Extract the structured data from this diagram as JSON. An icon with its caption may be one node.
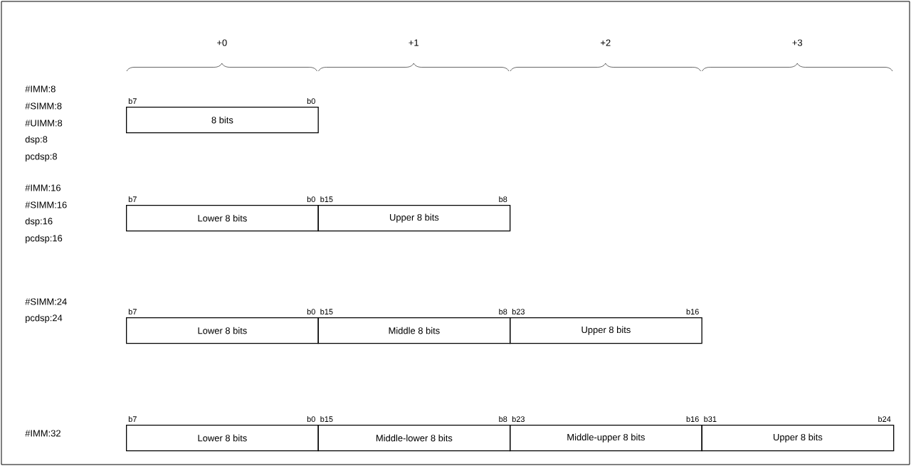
{
  "diagram": {
    "nodes": [
      {
        "text": [
          "8 bits"
        ]
      },
      {
        "text": [
          "Lower 8 bits"
        ]
      },
      {
        "text": [
          "Upper 8 bits"
        ]
      },
      {
        "text": [
          "Lower 8 bits"
        ]
      },
      {
        "text": [
          "Middle 8 bits"
        ]
      },
      {
        "text": [
          "Upper 8 bits"
        ]
      },
      {
        "text": [
          "Lower 8 bits"
        ]
      },
      {
        "text": [
          "Middle-lower 8 bits"
        ]
      },
      {
        "text": [
          "Middle-upper 8 bits"
        ]
      },
      {
        "text": [
          "Upper 8 bits"
        ]
      }
    ],
    "labels": [
      "+0",
      "+1",
      "+2",
      "+3",
      "#IMM:8",
      "#SIMM:8",
      "#UIMM:8",
      "dsp:8",
      "pcdsp:8",
      "b7",
      "b0",
      "#IMM:16",
      "#SIMM:16",
      "dsp:16",
      "pcdsp:16",
      "b7",
      "b0",
      "b15",
      "b8",
      "#SIMM:24",
      "pcdsp:24",
      "b7",
      "b0",
      "b15",
      "b8",
      "b23",
      "b16",
      "#IMM:32",
      "b7",
      "b0",
      "b15",
      "b8",
      "b23",
      "b16",
      "b31",
      "b24"
    ]
  }
}
